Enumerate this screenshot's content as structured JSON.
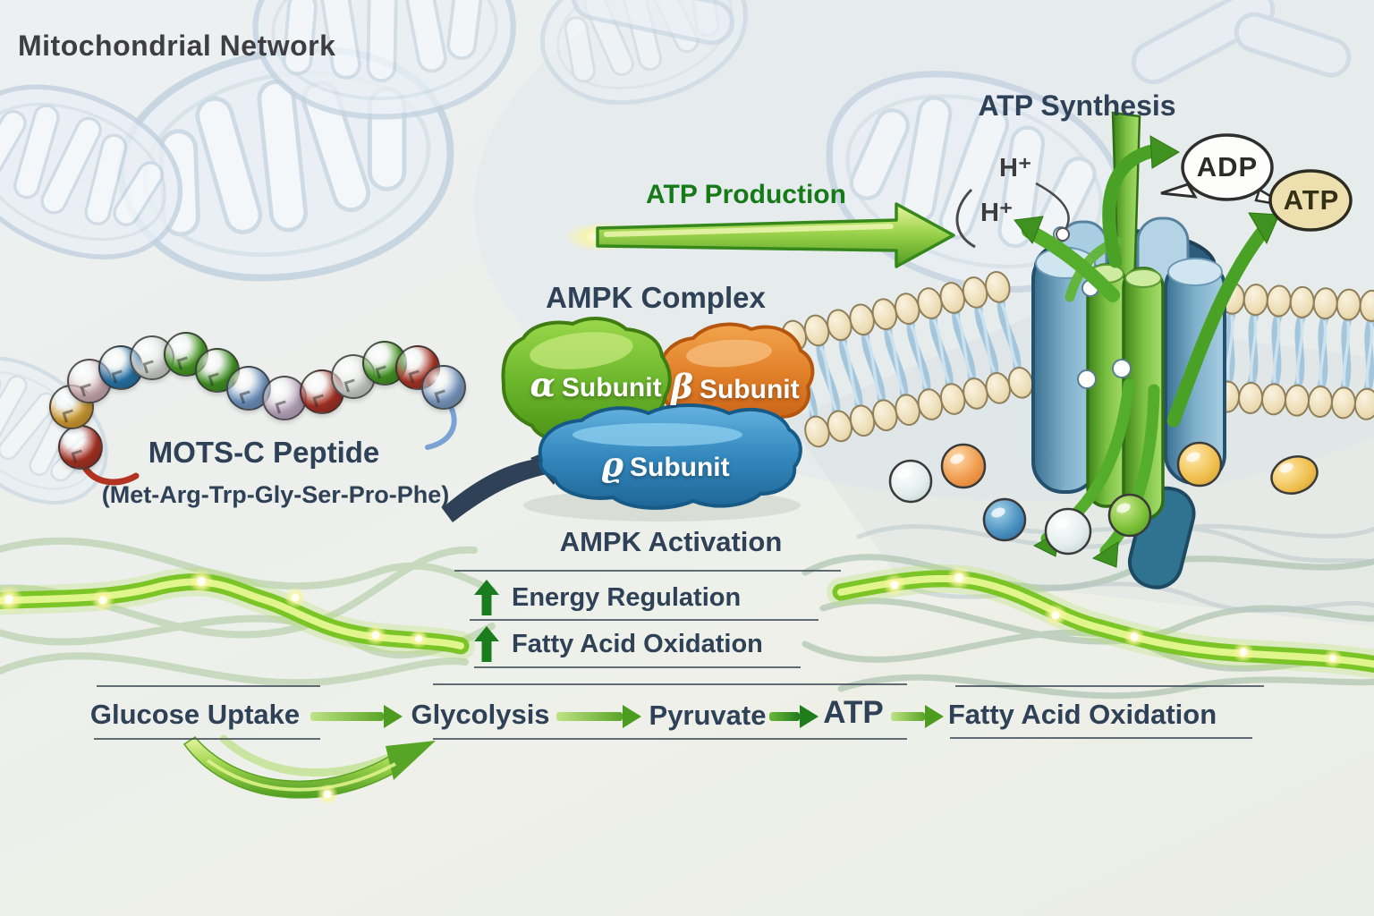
{
  "title": "Mitochondrial Network",
  "atp_synthesis": {
    "label": "ATP Synthesis"
  },
  "atp_production": {
    "label": "ATP Production"
  },
  "protons": {
    "first": "H⁺",
    "second": "H⁺"
  },
  "molecules": {
    "adp": "ADP",
    "atp": "ATP"
  },
  "ampk_complex": {
    "title": "AMPK Complex",
    "subunits": [
      {
        "symbol": "α",
        "name": "Subunit",
        "color": "#69b42a"
      },
      {
        "symbol": "β",
        "name": "Subunit",
        "color": "#e07e27"
      },
      {
        "symbol": "ϱ",
        "name": "Subunit",
        "color": "#3488bd"
      }
    ]
  },
  "peptide": {
    "name": "MOTS-C Peptide",
    "sequence": "(Met-Arg-Trp-Gly-Ser-Pro-Phe)",
    "bead_colors": [
      "#c23b2a",
      "#f0b43c",
      "#e9c6ce",
      "#2f87c3",
      "#eff2ef",
      "#53b02a",
      "#4aa828",
      "#7fa9dc",
      "#d9c3de",
      "#c0392b",
      "#ecefec",
      "#4fae2b",
      "#c23b2a",
      "#8fb2e0"
    ]
  },
  "ampk_activation": {
    "title": "AMPK Activation",
    "effects": [
      {
        "direction": "up",
        "label": "Energy Regulation"
      },
      {
        "direction": "up",
        "label": "Fatty Acid Oxidation"
      }
    ]
  },
  "pathway": {
    "steps": [
      "Glucose Uptake",
      "Glycolysis",
      "Pyruvate",
      "ATP",
      "Fatty Acid Oxidation"
    ]
  },
  "colors": {
    "header_text": "#2e4157",
    "green_text": "#177a19",
    "arrow_green": "#5aa426",
    "atp_bubble_fill": "#eee0ae"
  }
}
